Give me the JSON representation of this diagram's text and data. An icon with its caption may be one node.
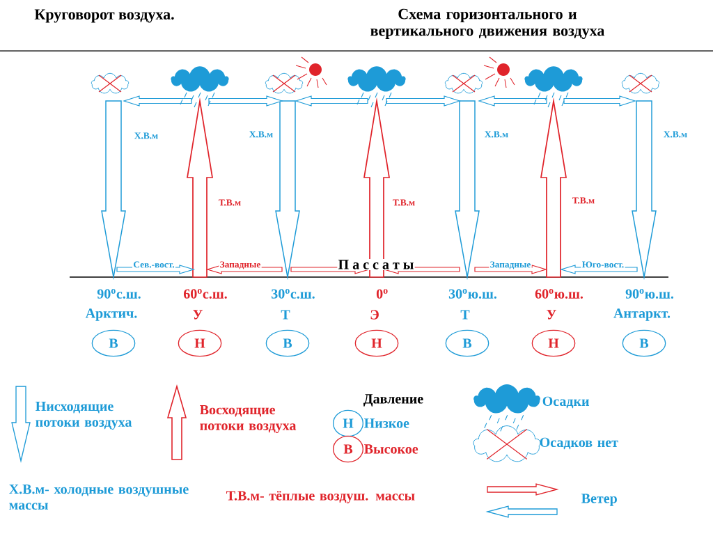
{
  "diagram": {
    "title": "Схема горизонтального и вертикального движения воздуха",
    "nodes": [
      {
        "text": [
          "В"
        ],
        "beside": [
          "Арктич."
        ]
      },
      {
        "text": [
          "Н"
        ],
        "beside": [
          "У"
        ]
      },
      {
        "text": [
          "В"
        ],
        "beside": [
          "Т"
        ]
      },
      {
        "text": [
          "Н"
        ],
        "beside": [
          "Э"
        ]
      },
      {
        "text": [
          "В"
        ],
        "beside": [
          "Т"
        ]
      },
      {
        "text": [
          "Н"
        ],
        "beside": [
          "У"
        ]
      },
      {
        "text": [
          "В"
        ],
        "beside": [
          "Антаркт."
        ]
      },
      {
        "text": [
          "Н"
        ],
        "beside": [
          "Низкое"
        ]
      },
      {
        "text": [
          "В"
        ],
        "beside": [
          "Высокое"
        ]
      }
    ],
    "edges": [],
    "labels": [
      "Круговорот воздуха.",
      "Х.В.м",
      "Х.В.м",
      "Х.В.м",
      "Х.В.м",
      "Т.В.м",
      "Т.В.м",
      "Т.В.м",
      "Сев.-вост.",
      "Западные",
      "П а с с а т ы",
      "Западные",
      "Юго-вост.",
      "90$^{o}$с.ш.",
      "60$^{o}$с.ш.",
      "30$^{o}$с.ш.",
      "0$^{o}$",
      "30$^{o}$ю.ш.",
      "60$^{o}$ю.ш.",
      "90$^{o}$ю.ш.",
      "Давление",
      "Х.В.м- холодные воздушные массы",
      "Т.В.м- тёплые воздуш. массы"
    ],
    "legend": [
      {
        "text": "Нисходящие потоки воздуха"
      },
      {
        "text": "Восходящие потоки воздуха"
      },
      {
        "text": "Осадки"
      },
      {
        "text": "Осадков нет"
      },
      {
        "text": "Ветер"
      }
    ]
  }
}
